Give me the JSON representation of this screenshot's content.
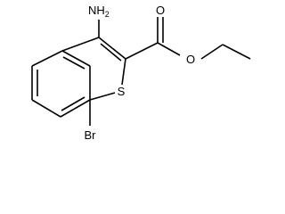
{
  "molecule": {
    "atom_labels": {
      "amino_main": "NH",
      "amino_subscript": "2",
      "carbonyl_oxygen": "O",
      "ester_oxygen": "O",
      "sulfur": "S",
      "bromine": "Br"
    }
  },
  "colors": {
    "bond": "#000000",
    "background": "#ffffff"
  }
}
